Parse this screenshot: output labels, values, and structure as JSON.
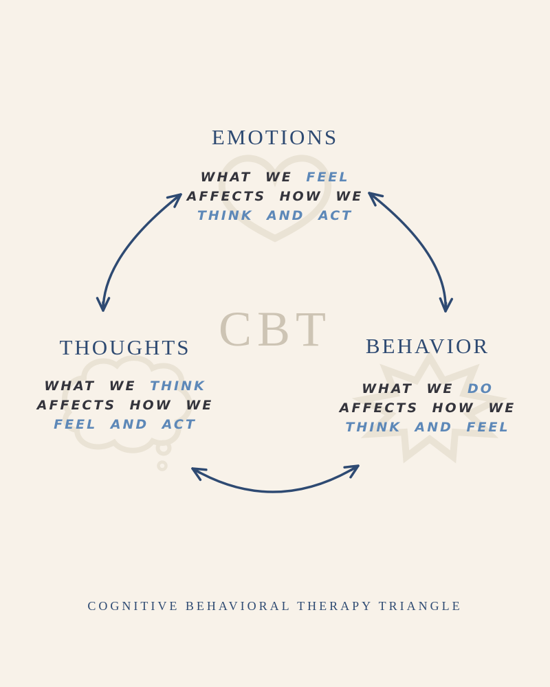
{
  "colors": {
    "bg": "#f8f2e9",
    "navy": "#2e4a72",
    "ink": "#34343c",
    "accent": "#5d88b8",
    "shape": "#eae3d5",
    "taupe": "#cdc4b4"
  },
  "center": {
    "label": "CBT"
  },
  "caption": {
    "text": "COGNITIVE BEHAVIORAL THERAPY TRIANGLE"
  },
  "nodes": {
    "emotions": {
      "title": "EMOTIONS",
      "icon": "heart-icon",
      "lines": [
        [
          {
            "t": "WHAT WE ",
            "c": "ink"
          },
          {
            "t": "FEEL",
            "c": "accent"
          }
        ],
        [
          {
            "t": "AFFECTS HOW WE",
            "c": "ink"
          }
        ],
        [
          {
            "t": "THINK AND ACT",
            "c": "accent"
          }
        ]
      ]
    },
    "thoughts": {
      "title": "THOUGHTS",
      "icon": "thought-bubble-icon",
      "lines": [
        [
          {
            "t": "WHAT WE ",
            "c": "ink"
          },
          {
            "t": "THINK",
            "c": "accent"
          }
        ],
        [
          {
            "t": "AFFECTS HOW WE",
            "c": "ink"
          }
        ],
        [
          {
            "t": "FEEL AND ACT",
            "c": "accent"
          }
        ]
      ]
    },
    "behavior": {
      "title": "BEHAVIOR",
      "icon": "starburst-icon",
      "lines": [
        [
          {
            "t": "WHAT WE ",
            "c": "ink"
          },
          {
            "t": "DO",
            "c": "accent"
          }
        ],
        [
          {
            "t": "AFFECTS HOW WE",
            "c": "ink"
          }
        ],
        [
          {
            "t": "THINK AND FEEL",
            "c": "accent"
          }
        ]
      ]
    }
  }
}
